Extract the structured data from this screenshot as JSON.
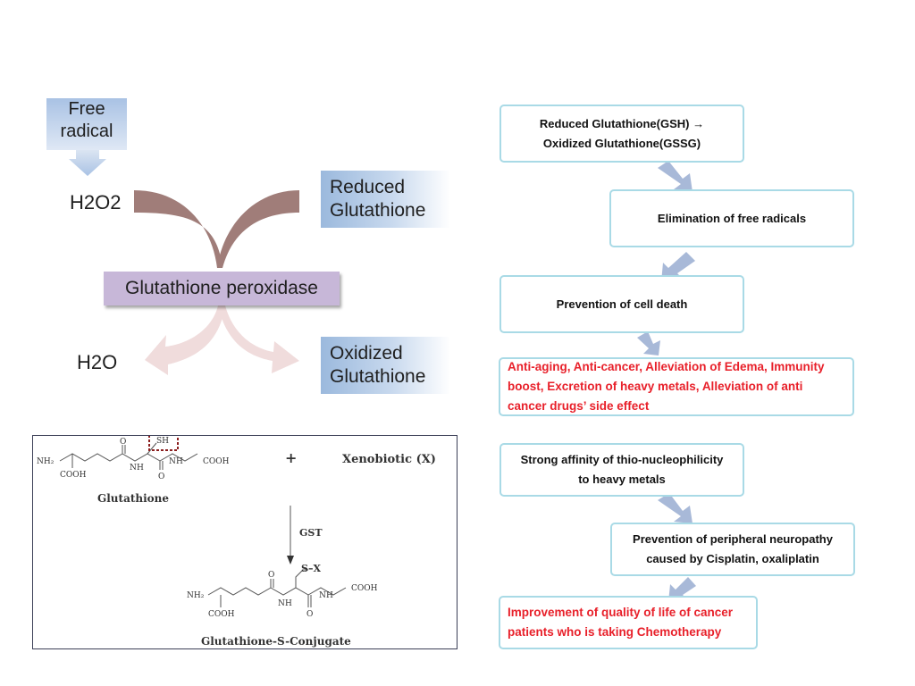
{
  "cycle": {
    "free_radical": "Free radical",
    "free_radical_line1": "Free",
    "free_radical_line2": "radical",
    "h2o2": "H2O2",
    "reduced_line1": "Reduced",
    "reduced_line2": "Glutathione",
    "enzyme": "Glutathione peroxidase",
    "h2o": "H2O",
    "oxidized_line1": "Oxidized",
    "oxidized_line2": "Glutathione"
  },
  "structure": {
    "nh2": "NH₂",
    "cooh": "COOH",
    "o": "O",
    "n": "N",
    "h": "H",
    "sh": "SH",
    "nh_cooh": "N",
    "cooh_tail": "COOH",
    "plus": "+",
    "xenobiotic": "Xenobiotic (X)",
    "glutathione": "Glutathione",
    "gst": "GST",
    "s_x": "S–X",
    "conjugate": "Glutathione-S-Conjugate"
  },
  "flow1": [
    {
      "line1": "Reduced Glutathione(GSH)  →",
      "line2": "Oxidized Glutathione(GSSG)"
    },
    {
      "line1": "Elimination of free radicals"
    },
    {
      "line1": "Prevention of cell death"
    },
    {
      "line1": "Anti-aging, Anti-cancer, Alleviation of Edema, Immunity",
      "line2": "boost, Excretion of heavy metals, Alleviation of anti",
      "line3": "cancer drugs’ side effect"
    }
  ],
  "flow2": [
    {
      "line1": "Strong affinity of thio-nucleophilicity",
      "line2": "to heavy metals"
    },
    {
      "line1": "Prevention of peripheral neuropathy",
      "line2": "caused by Cisplatin, oxaliplatin"
    },
    {
      "line1": "Improvement of quality of life of cancer",
      "line2": "patients who is taking Chemotherapy"
    }
  ],
  "colors": {
    "arc_brown": "#a07d79",
    "arc_pink": "#f0dcdc",
    "box_border": "#a9dae6",
    "arrow_blue": "#a8b9d8",
    "highlight_red": "#e8202a",
    "enzyme_purple": "#c7b7d8"
  }
}
